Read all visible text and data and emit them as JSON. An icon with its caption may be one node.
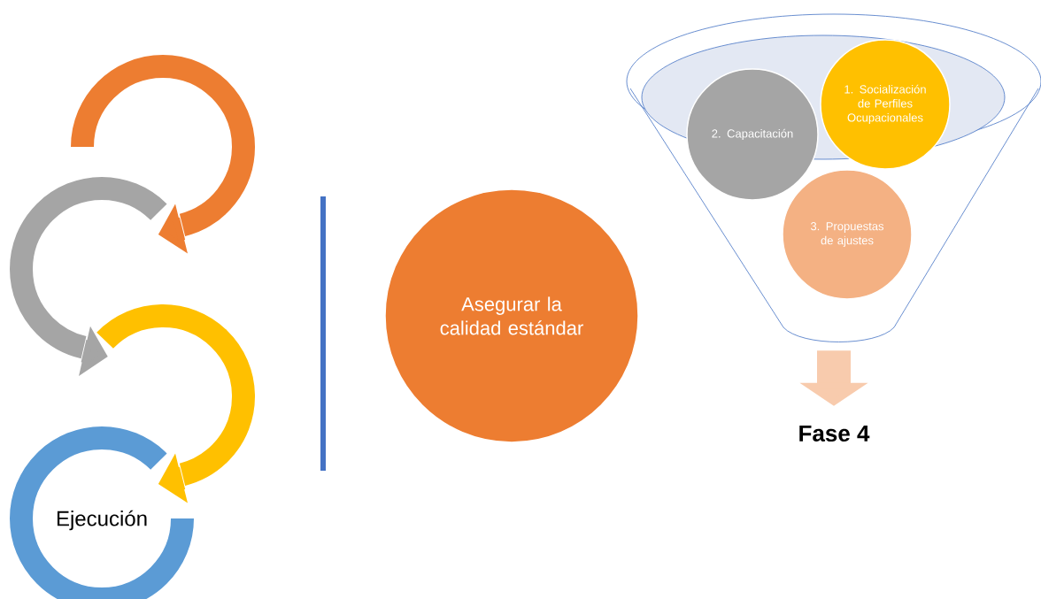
{
  "diagram": {
    "nodes": [
      {
        "text": [],
        "shape": "arc"
      },
      {
        "text": [],
        "shape": "arc"
      },
      {
        "text": [],
        "shape": "arc"
      },
      {
        "text": [
          "Ejecución"
        ]
      },
      {
        "text": [
          "Asegurar la calidad estándar"
        ]
      },
      {
        "text": [],
        "shape": "funnel"
      },
      {
        "text": [
          "1. Socialización de Perfiles Ocupacionales"
        ],
        "in": 5
      },
      {
        "text": [
          "2. Capacitación"
        ],
        "in": 5
      },
      {
        "text": [
          "3. Propuestas de ajustes"
        ],
        "in": 5
      },
      {
        "text": [
          "Fase 4"
        ]
      }
    ],
    "edges": [
      {
        "from": 0,
        "to": 1,
        "arrow": "to",
        "color": "#ed7d31"
      },
      {
        "from": 1,
        "to": 2,
        "arrow": "to",
        "color": "#a5a5a5"
      },
      {
        "from": 2,
        "to": 3,
        "arrow": "to",
        "color": "#ffc000"
      },
      {
        "from": 5,
        "to": 9,
        "arrow": "to",
        "color": "#f8cbad"
      }
    ]
  }
}
